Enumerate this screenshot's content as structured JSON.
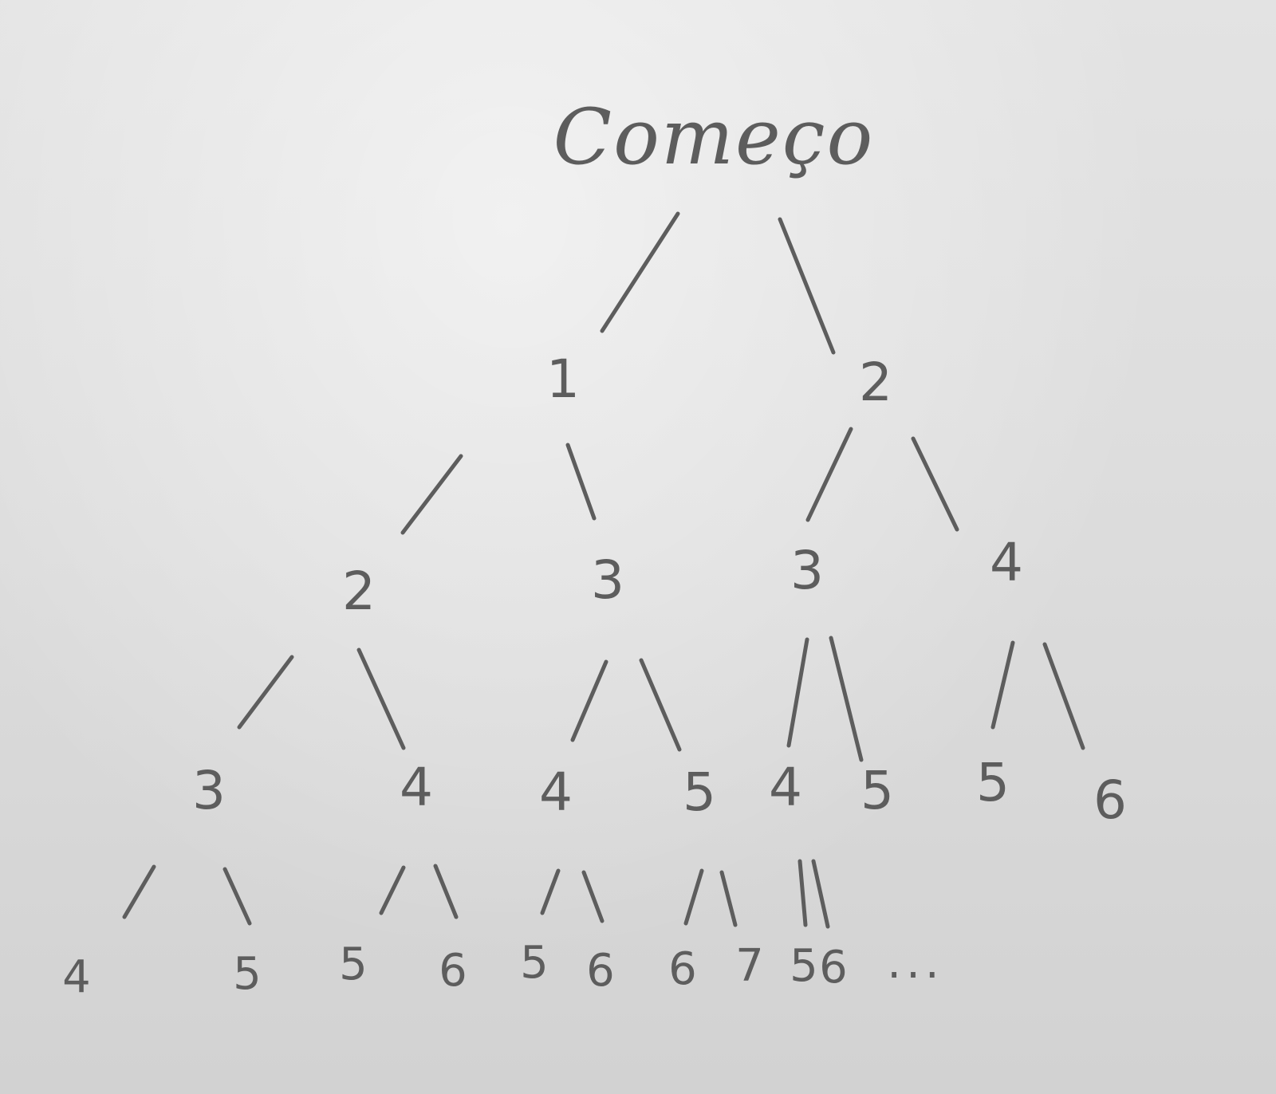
{
  "diagram": {
    "ink_color": "#5d5d5d",
    "paper_color": "#dcdcdc",
    "root": "Começo",
    "level1": [
      "1",
      "2"
    ],
    "level2": [
      "2",
      "3",
      "3",
      "4"
    ],
    "level3": [
      "3",
      "4",
      "4",
      "5",
      "4",
      "5",
      "5",
      "6"
    ],
    "level4": [
      "4",
      "5",
      "5",
      "6",
      "5",
      "6",
      "6",
      "7",
      "5",
      "6"
    ],
    "ellipsis": "..."
  }
}
